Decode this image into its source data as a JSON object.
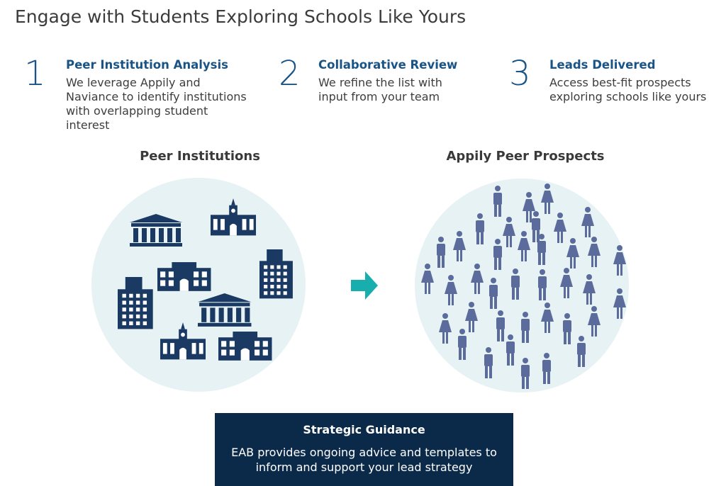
{
  "title": "Engage with Students Exploring Schools Like Yours",
  "steps": [
    {
      "number": "1",
      "heading": "Peer Institution Analysis",
      "body": "We leverage Appily and Naviance to identify institutions with overlapping student interest"
    },
    {
      "number": "2",
      "heading": "Collaborative Review",
      "body": "We refine the list with input from your team"
    },
    {
      "number": "3",
      "heading": "Leads Delivered",
      "body": "Access best-fit prospects exploring schools like yours"
    }
  ],
  "columns": {
    "left_title": "Peer Institutions",
    "right_title": "Appily Peer Prospects"
  },
  "guidance": {
    "heading": "Strategic Guidance",
    "body": "EAB provides ongoing advice and templates to inform and support your lead strategy"
  },
  "colors": {
    "accent_blue": "#1a5486",
    "circle_fill": "#e6f2f3",
    "building": "#1b3a63",
    "person": "#5b6c9c",
    "arrow": "#19aeae",
    "guidance_bg": "#0b2a4a"
  },
  "icons": {
    "buildings": "building-icon",
    "people": "person-icon",
    "arrow": "arrow-right-icon"
  }
}
